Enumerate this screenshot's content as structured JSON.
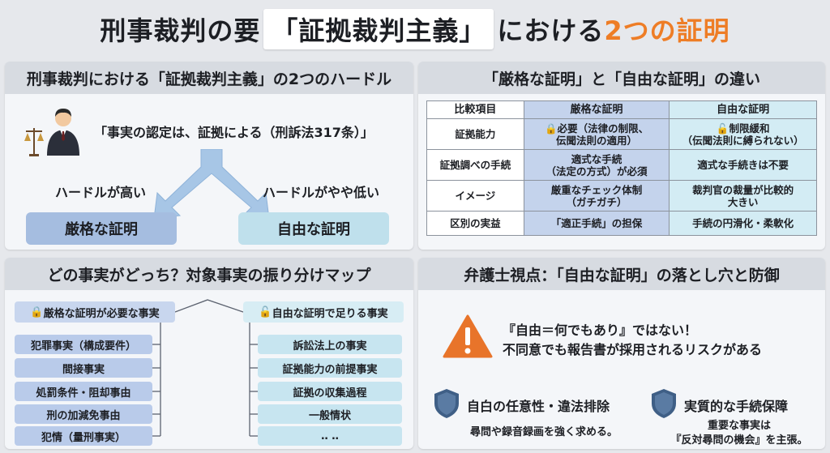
{
  "header": {
    "pre": "刑事裁判の要",
    "highlight": "「証拠裁判主義」",
    "mid": "における",
    "accent": "2つの証明"
  },
  "hurdles": {
    "title": "刑事裁判における「証拠裁判主義」の2つのハードル",
    "quote": "「事実の認定は、証拠による（刑訴法317条）」",
    "high_label": "ハードルが高い",
    "low_label": "ハードルがやや低い",
    "strict": "厳格な証明",
    "free": "自由な証明"
  },
  "comparison": {
    "title": "「厳格な証明」と「自由な証明」の違い",
    "headers": [
      "比較項目",
      "厳格な証明",
      "自由な証明"
    ],
    "rows": [
      {
        "item": "証拠能力",
        "strict_1": "必要（法律の制限、",
        "strict_2": "伝聞法則の適用）",
        "free_1": "制限緩和",
        "free_2": "（伝聞法則に縛られない）"
      },
      {
        "item": "証拠調べの手続",
        "strict_1": "適式な手続",
        "strict_2": "（法定の方式）が必須",
        "free_1": "適式な手続きは不要",
        "free_2": ""
      },
      {
        "item": "イメージ",
        "strict_1": "厳重なチェック体制",
        "strict_2": "（ガチガチ）",
        "free_1": "裁判官の裁量が比較的",
        "free_2": "大きい"
      },
      {
        "item": "区別の実益",
        "strict_1": "「適正手続」の担保",
        "strict_2": "",
        "free_1": "手続の円滑化・柔軟化",
        "free_2": ""
      }
    ]
  },
  "mapping": {
    "title": "どの事実がどっち？対象事実の振り分けマップ",
    "strict_head": "厳格な証明が必要な事実",
    "free_head": "自由な証明で足りる事実",
    "strict_items": [
      "犯罪事実（構成要件）",
      "間接事実",
      "処罰条件・阻却事由",
      "刑の加減免事由",
      "犯情（量刑事実）"
    ],
    "free_items": [
      "訴訟法上の事実",
      "証拠能力の前提事実",
      "証拠の収集過程",
      "一般情状",
      "‥ ‥"
    ]
  },
  "defense": {
    "title": "弁護士視点：「自由な証明」の落とし穴と防御",
    "warn_line1": "『自由＝何でもあり』ではない！",
    "warn_line2": "不同意でも報告書が採用されるリスクがある",
    "left_title": "自白の任意性・違法排除",
    "left_body": "尋問や録音録画を強く求める。",
    "right_title": "実質的な手続保障",
    "right_body1": "重要な事実は",
    "right_body2": "『反対尋問の機会』を主張。"
  },
  "colors": {
    "accent": "#ee7d26",
    "strict": "#a5bde0",
    "free": "#bfe0ec",
    "warning": "#e8742a",
    "shield": "#3f5f86"
  }
}
